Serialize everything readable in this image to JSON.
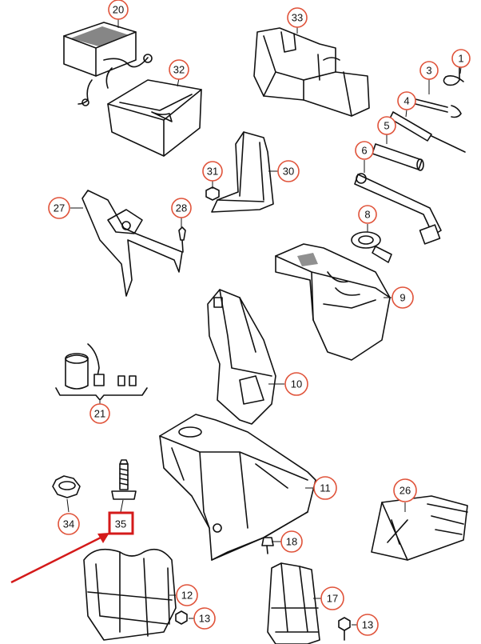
{
  "diagram": {
    "callouts": [
      {
        "id": "c20",
        "label": "20"
      },
      {
        "id": "c33",
        "label": "33"
      },
      {
        "id": "c1",
        "label": "1"
      },
      {
        "id": "c3",
        "label": "3"
      },
      {
        "id": "c32",
        "label": "32"
      },
      {
        "id": "c4",
        "label": "4"
      },
      {
        "id": "c5",
        "label": "5"
      },
      {
        "id": "c6",
        "label": "6"
      },
      {
        "id": "c31",
        "label": "31"
      },
      {
        "id": "c30",
        "label": "30"
      },
      {
        "id": "c27",
        "label": "27"
      },
      {
        "id": "c28",
        "label": "28"
      },
      {
        "id": "c8",
        "label": "8"
      },
      {
        "id": "c9",
        "label": "9"
      },
      {
        "id": "c10",
        "label": "10"
      },
      {
        "id": "c21",
        "label": "21"
      },
      {
        "id": "c11",
        "label": "11"
      },
      {
        "id": "c26",
        "label": "26"
      },
      {
        "id": "c34",
        "label": "34"
      },
      {
        "id": "c35",
        "label": "35"
      },
      {
        "id": "c18",
        "label": "18"
      },
      {
        "id": "c12",
        "label": "12"
      },
      {
        "id": "c13a",
        "label": "13"
      },
      {
        "id": "c17",
        "label": "17"
      },
      {
        "id": "c13b",
        "label": "13"
      }
    ],
    "highlighted_part": "35",
    "arrow_color": "#d41a1a",
    "callout_color": "#e0533a"
  }
}
